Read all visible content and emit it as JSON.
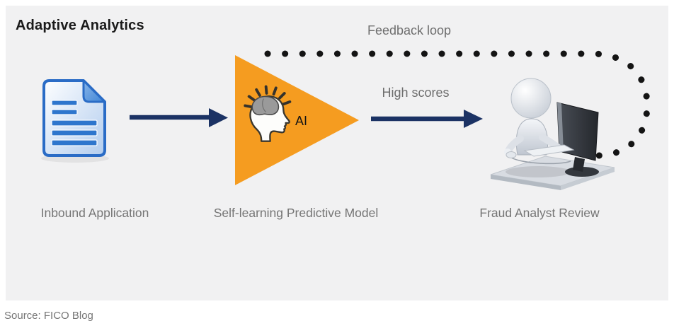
{
  "title": "Adaptive Analytics",
  "source": "Source: FICO Blog",
  "diagram": {
    "nodes": [
      {
        "id": "inbound",
        "label": "Inbound Application",
        "icon": "document-icon"
      },
      {
        "id": "model",
        "label": "Self-learning Predictive Model",
        "badge": "AI",
        "icon": "ai-head-icon",
        "shape": "orange-right-triangle"
      },
      {
        "id": "analyst",
        "label": "Fraud Analyst Review",
        "icon": "analyst-at-computer-icon"
      }
    ],
    "edges": [
      {
        "from": "inbound",
        "to": "model",
        "label": "",
        "style": "solid-arrow"
      },
      {
        "from": "model",
        "to": "analyst",
        "label": "High scores",
        "style": "solid-arrow"
      },
      {
        "from": "analyst",
        "to": "model",
        "label": "Feedback loop",
        "style": "dotted-loop"
      }
    ]
  },
  "colors": {
    "panel_bg": "#f1f1f2",
    "arrow_navy": "#1b3264",
    "triangle_orange": "#f59c20",
    "dot_black": "#141414",
    "label_gray": "#757575",
    "title_black": "#1a1a1a",
    "document_blue": "#2a6cc6"
  }
}
